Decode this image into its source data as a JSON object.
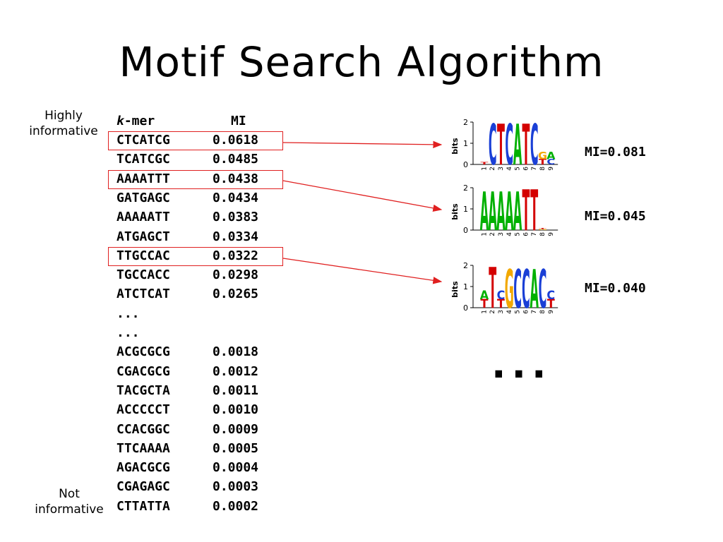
{
  "title": "Motif Search Algorithm",
  "labels": {
    "highly_1": "Highly",
    "highly_2": "informative",
    "not_1": "Not",
    "not_2": "informative"
  },
  "table": {
    "header_k": "k",
    "header_rest": "-mer",
    "header_mi": "MI",
    "rows": [
      {
        "kmer": "CTCATCG",
        "mi": "0.0618"
      },
      {
        "kmer": "TCATCGC",
        "mi": "0.0485"
      },
      {
        "kmer": "AAAATTT",
        "mi": "0.0438"
      },
      {
        "kmer": "GATGAGC",
        "mi": "0.0434"
      },
      {
        "kmer": "AAAAATT",
        "mi": "0.0383"
      },
      {
        "kmer": "ATGAGCT",
        "mi": "0.0334"
      },
      {
        "kmer": "TTGCCAC",
        "mi": "0.0322"
      },
      {
        "kmer": "TGCCACC",
        "mi": "0.0298"
      },
      {
        "kmer": "ATCTCAT",
        "mi": "0.0265"
      },
      {
        "kmer": "...",
        "mi": ""
      },
      {
        "kmer": "...",
        "mi": ""
      },
      {
        "kmer": "ACGCGCG",
        "mi": "0.0018"
      },
      {
        "kmer": "CGACGCG",
        "mi": "0.0012"
      },
      {
        "kmer": "TACGCTA",
        "mi": "0.0011"
      },
      {
        "kmer": "ACCCCCT",
        "mi": "0.0010"
      },
      {
        "kmer": "CCACGGC",
        "mi": "0.0009"
      },
      {
        "kmer": "TTCAAAA",
        "mi": "0.0005"
      },
      {
        "kmer": "AGACGCG",
        "mi": "0.0004"
      },
      {
        "kmer": "CGAGAGC",
        "mi": "0.0003"
      },
      {
        "kmer": "CTTATTA",
        "mi": "0.0002"
      }
    ],
    "highlighted_rows": [
      0,
      2,
      6
    ]
  },
  "logos": [
    {
      "mi_text": "MI=0.081",
      "axis_label": "bits",
      "y_ticks": [
        "2",
        "1",
        "0"
      ],
      "positions": [
        "1",
        "2",
        "3",
        "4",
        "5",
        "6",
        "7",
        "8",
        "9"
      ],
      "columns": [
        [
          {
            "l": "T",
            "h": 0.1
          }
        ],
        [
          {
            "l": "C",
            "h": 1.9
          }
        ],
        [
          {
            "l": "T",
            "h": 1.9
          }
        ],
        [
          {
            "l": "C",
            "h": 1.9
          }
        ],
        [
          {
            "l": "A",
            "h": 1.9
          }
        ],
        [
          {
            "l": "T",
            "h": 1.9
          }
        ],
        [
          {
            "l": "C",
            "h": 1.9
          }
        ],
        [
          {
            "l": "T",
            "h": 0.25
          },
          {
            "l": "G",
            "h": 0.35
          }
        ],
        [
          {
            "l": "C",
            "h": 0.25
          },
          {
            "l": "A",
            "h": 0.35
          }
        ]
      ]
    },
    {
      "mi_text": "MI=0.045",
      "axis_label": "bits",
      "y_ticks": [
        "2",
        "1",
        "0"
      ],
      "positions": [
        "1",
        "2",
        "3",
        "4",
        "5",
        "6",
        "7",
        "8",
        "9"
      ],
      "columns": [
        [
          {
            "l": "A",
            "h": 1.8
          }
        ],
        [
          {
            "l": "A",
            "h": 1.8
          }
        ],
        [
          {
            "l": "A",
            "h": 1.8
          }
        ],
        [
          {
            "l": "A",
            "h": 1.8
          }
        ],
        [
          {
            "l": "A",
            "h": 1.8
          }
        ],
        [
          {
            "l": "T",
            "h": 1.9
          }
        ],
        [
          {
            "l": "T",
            "h": 1.9
          }
        ],
        [
          {
            "l": "G",
            "h": 0.05
          },
          {
            "l": "T",
            "h": 0.05
          }
        ],
        []
      ]
    },
    {
      "mi_text": "MI=0.040",
      "axis_label": "bits",
      "y_ticks": [
        "2",
        "1",
        "0"
      ],
      "positions": [
        "1",
        "2",
        "3",
        "4",
        "5",
        "6",
        "7",
        "8",
        "9"
      ],
      "columns": [
        [
          {
            "l": "T",
            "h": 0.4
          },
          {
            "l": "A",
            "h": 0.4
          }
        ],
        [
          {
            "l": "T",
            "h": 1.9
          }
        ],
        [
          {
            "l": "T",
            "h": 0.4
          },
          {
            "l": "C",
            "h": 0.4
          }
        ],
        [
          {
            "l": "G",
            "h": 1.8
          }
        ],
        [
          {
            "l": "C",
            "h": 1.8
          }
        ],
        [
          {
            "l": "C",
            "h": 1.8
          }
        ],
        [
          {
            "l": "A",
            "h": 1.8
          }
        ],
        [
          {
            "l": "C",
            "h": 1.8
          }
        ],
        [
          {
            "l": "T",
            "h": 0.4
          },
          {
            "l": "C",
            "h": 0.4
          }
        ]
      ]
    }
  ],
  "ellipsis": "...",
  "colors": {
    "A": "#00b000",
    "C": "#1a3fd6",
    "G": "#f2a800",
    "T": "#d40000",
    "highlight": "#e02020"
  }
}
